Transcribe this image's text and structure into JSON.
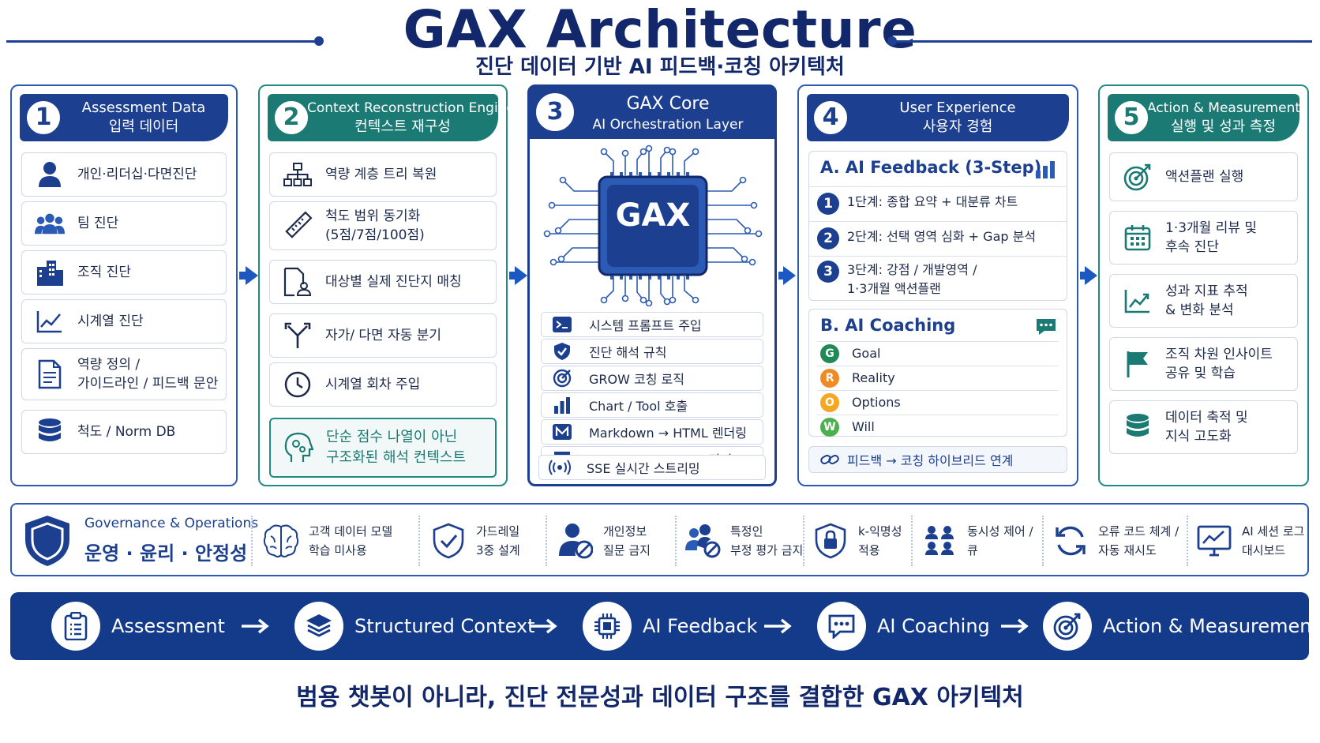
{
  "header": {
    "title": "GAX Architecture",
    "subtitle": "진단 데이터 기반 AI 피드백·코칭 아키텍처"
  },
  "col1": {
    "num": "1",
    "title_en": "Assessment Data",
    "title_ko": "입력 데이터",
    "items": [
      {
        "icon": "person-icon",
        "label": "개인·리더십·다면진단"
      },
      {
        "icon": "team-icon",
        "label": "팀 진단"
      },
      {
        "icon": "building-icon",
        "label": "조직 진단"
      },
      {
        "icon": "trend-chart-icon",
        "label": "시계열 진단"
      },
      {
        "icon": "document-icon",
        "label": "역량 정의 /\n가이드라인 / 피드백 문안"
      },
      {
        "icon": "database-icon",
        "label": "척도 / Norm DB"
      }
    ]
  },
  "col2": {
    "num": "2",
    "title_en": "Context Reconstruction Engine",
    "title_ko": "컨텍스트 재구성",
    "items": [
      {
        "icon": "hierarchy-icon",
        "label": "역량 계층 트리 복원"
      },
      {
        "icon": "ruler-icon",
        "label": "척도 범위 동기화\n(5점/7점/100점)"
      },
      {
        "icon": "file-person-icon",
        "label": "대상별 실제 진단지 매칭"
      },
      {
        "icon": "branch-icon",
        "label": "자가/ 다면 자동 분기"
      },
      {
        "icon": "clock-icon",
        "label": "시계열 회차 주입"
      }
    ],
    "highlight": "단순 점수 나열이 아닌\n구조화된 해석 컨텍스트"
  },
  "core": {
    "num": "3",
    "title": "GAX Core",
    "subtitle": "AI Orchestration Layer",
    "chip_label": "GAX",
    "items": [
      {
        "icon": "terminal-icon",
        "label": "시스템 프롬프트 주입"
      },
      {
        "icon": "shield-check-icon",
        "label": "진단 해석 규칙"
      },
      {
        "icon": "target-icon",
        "label": "GROW 코칭 로직"
      },
      {
        "icon": "bar-chart-icon",
        "label": "Chart / Tool 호출"
      },
      {
        "icon": "markdown-icon",
        "label": "Markdown → HTML 렌더링"
      },
      {
        "icon": "chat-icon",
        "label": "Session / Message 관리"
      },
      {
        "icon": "broadcast-icon",
        "label": "SSE 실시간 스트리밍"
      }
    ]
  },
  "col4": {
    "num": "4",
    "title_en": "User Experience",
    "title_ko": "사용자 경험",
    "feedback_title": "A. AI Feedback (3-Step)",
    "steps": [
      {
        "n": "1",
        "label": "1단계: 종합 요약 + 대분류 차트"
      },
      {
        "n": "2",
        "label": "2단계: 선택 영역 심화 + Gap 분석"
      },
      {
        "n": "3",
        "label": "3단계: 강점 / 개발영역 /\n1·3개월 액션플랜"
      }
    ],
    "coaching_title": "B. AI Coaching",
    "grow": [
      {
        "letter": "G",
        "label": "Goal",
        "color": "#1f8a55"
      },
      {
        "letter": "R",
        "label": "Reality",
        "color": "#f08a24"
      },
      {
        "letter": "O",
        "label": "Options",
        "color": "#f5a623"
      },
      {
        "letter": "W",
        "label": "Will",
        "color": "#4caf50"
      }
    ],
    "link_label": "피드백 → 코칭 하이브리드 연계"
  },
  "col5": {
    "num": "5",
    "title_en": "Action & Measurement",
    "title_ko": "실행 및 성과 측정",
    "items": [
      {
        "icon": "target-arrow-icon",
        "label": "액션플랜 실행"
      },
      {
        "icon": "calendar-icon",
        "label": "1·3개월 리뷰 및\n후속 진단"
      },
      {
        "icon": "line-chart-icon",
        "label": "성과 지표 추적\n& 변화 분석"
      },
      {
        "icon": "flag-icon",
        "label": "조직 차원 인사이트\n공유 및 학습"
      },
      {
        "icon": "database-icon",
        "label": "데이터 축적 및\n지식 고도화"
      }
    ]
  },
  "governance": {
    "title_en": "Governance & Operations",
    "title_ko": "운영 · 윤리 · 안정성",
    "items": [
      {
        "icon": "brain-icon",
        "label": "고객 데이터 모델\n학습 미사용"
      },
      {
        "icon": "shield-check-icon",
        "label": "가드레일\n3중 설계"
      },
      {
        "icon": "person-block-icon",
        "label": "개인정보\n질문 금지"
      },
      {
        "icon": "people-block-icon",
        "label": "특정인\n부정 평가 금지"
      },
      {
        "icon": "lock-shield-icon",
        "label": "k-익명성\n적용"
      },
      {
        "icon": "queue-icon",
        "label": "동시성 제어 /\n큐"
      },
      {
        "icon": "refresh-icon",
        "label": "오류 코드 체계 /\n자동 재시도"
      },
      {
        "icon": "monitor-chart-icon",
        "label": "AI 세션 로그\n대시보드"
      }
    ]
  },
  "flow": [
    {
      "icon": "clipboard-icon",
      "label": "Assessment"
    },
    {
      "icon": "layers-icon",
      "label": "Structured Context"
    },
    {
      "icon": "chip-icon",
      "label": "AI Feedback"
    },
    {
      "icon": "chat-bubble-icon",
      "label": "AI Coaching"
    },
    {
      "icon": "target-arrow-icon",
      "label": "Action & Measurement"
    }
  ],
  "footer": "범용 챗봇이 아니라, 진단 전문성과 데이터 구조를 결합한 GAX 아키텍처",
  "colors": {
    "navy": "#1c3f8f",
    "teal": "#1c7a74",
    "arrow": "#1d58c2"
  }
}
